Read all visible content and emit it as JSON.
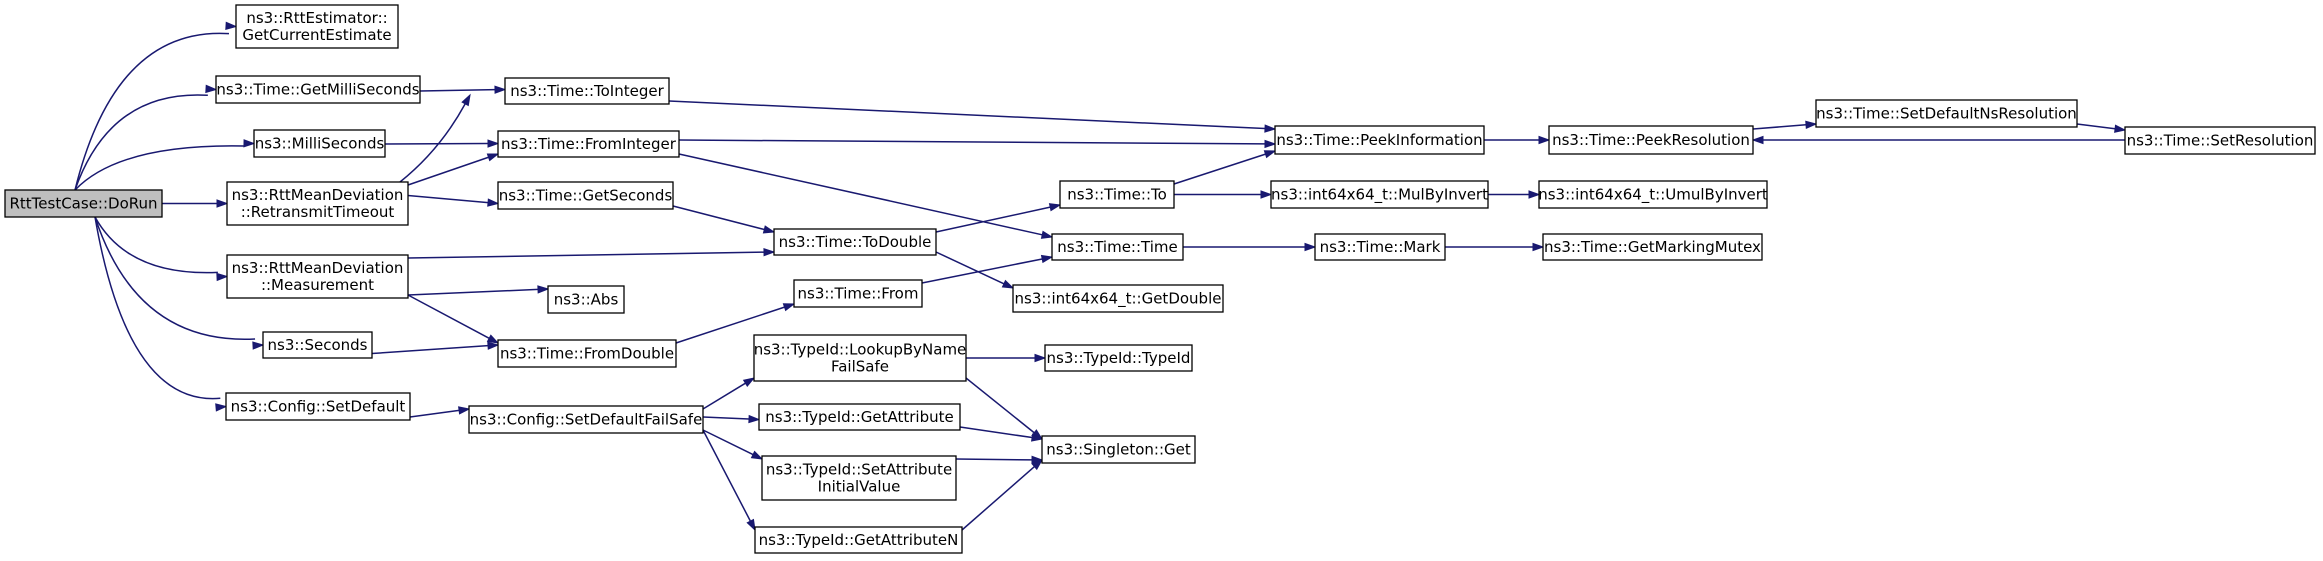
{
  "graph": {
    "title": "",
    "colors": {
      "edge": "#191970",
      "node_fill": "#ffffff",
      "root_fill": "#bfbfbf",
      "border": "#000000"
    },
    "nodes": [
      {
        "id": "n0",
        "lines": [
          "RttTestCase::DoRun"
        ],
        "root": true
      },
      {
        "id": "n1",
        "lines": [
          "ns3::RttEstimator::",
          "GetCurrentEstimate"
        ]
      },
      {
        "id": "n2",
        "lines": [
          "ns3::Time::GetMilliSeconds"
        ]
      },
      {
        "id": "n3",
        "lines": [
          "ns3::MilliSeconds"
        ]
      },
      {
        "id": "n4",
        "lines": [
          "ns3::RttMeanDeviation",
          "::RetransmitTimeout"
        ]
      },
      {
        "id": "n5",
        "lines": [
          "ns3::RttMeanDeviation",
          "::Measurement"
        ]
      },
      {
        "id": "n6",
        "lines": [
          "ns3::Seconds"
        ]
      },
      {
        "id": "n7",
        "lines": [
          "ns3::Config::SetDefault"
        ]
      },
      {
        "id": "n8",
        "lines": [
          "ns3::Time::ToInteger"
        ]
      },
      {
        "id": "n9",
        "lines": [
          "ns3::Time::FromInteger"
        ]
      },
      {
        "id": "n10",
        "lines": [
          "ns3::Time::GetSeconds"
        ]
      },
      {
        "id": "n11",
        "lines": [
          "ns3::Abs"
        ]
      },
      {
        "id": "n12",
        "lines": [
          "ns3::Time::FromDouble"
        ]
      },
      {
        "id": "n13",
        "lines": [
          "ns3::Config::SetDefaultFailSafe"
        ]
      },
      {
        "id": "n14",
        "lines": [
          "ns3::Time::ToDouble"
        ]
      },
      {
        "id": "n15",
        "lines": [
          "ns3::Time::From"
        ]
      },
      {
        "id": "n16",
        "lines": [
          "ns3::TypeId::LookupByName",
          "FailSafe"
        ]
      },
      {
        "id": "n17",
        "lines": [
          "ns3::TypeId::GetAttribute"
        ]
      },
      {
        "id": "n18",
        "lines": [
          "ns3::TypeId::SetAttribute",
          "InitialValue"
        ]
      },
      {
        "id": "n19",
        "lines": [
          "ns3::TypeId::GetAttributeN"
        ]
      },
      {
        "id": "n20",
        "lines": [
          "ns3::Time::To"
        ]
      },
      {
        "id": "n21",
        "lines": [
          "ns3::Time::Time"
        ]
      },
      {
        "id": "n22",
        "lines": [
          "ns3::int64x64_t::GetDouble"
        ]
      },
      {
        "id": "n23",
        "lines": [
          "ns3::TypeId::TypeId"
        ]
      },
      {
        "id": "n24",
        "lines": [
          "ns3::Singleton::Get"
        ]
      },
      {
        "id": "n25",
        "lines": [
          "ns3::Time::PeekInformation"
        ]
      },
      {
        "id": "n26",
        "lines": [
          "ns3::int64x64_t::MulByInvert"
        ]
      },
      {
        "id": "n27",
        "lines": [
          "ns3::Time::Mark"
        ]
      },
      {
        "id": "n28",
        "lines": [
          "ns3::Time::PeekResolution"
        ]
      },
      {
        "id": "n29",
        "lines": [
          "ns3::int64x64_t::UmulByInvert"
        ]
      },
      {
        "id": "n30",
        "lines": [
          "ns3::Time::GetMarkingMutex"
        ]
      },
      {
        "id": "n31",
        "lines": [
          "ns3::Time::SetDefaultNsResolution"
        ]
      },
      {
        "id": "n32",
        "lines": [
          "ns3::Time::SetResolution"
        ]
      }
    ],
    "edges": [
      [
        "n0",
        "n1"
      ],
      [
        "n0",
        "n2"
      ],
      [
        "n0",
        "n3"
      ],
      [
        "n0",
        "n4"
      ],
      [
        "n0",
        "n5"
      ],
      [
        "n0",
        "n6"
      ],
      [
        "n0",
        "n7"
      ],
      [
        "n2",
        "n8"
      ],
      [
        "n3",
        "n9"
      ],
      [
        "n4",
        "n8"
      ],
      [
        "n4",
        "n9"
      ],
      [
        "n4",
        "n10"
      ],
      [
        "n5",
        "n14"
      ],
      [
        "n5",
        "n11"
      ],
      [
        "n5",
        "n12"
      ],
      [
        "n6",
        "n12"
      ],
      [
        "n7",
        "n13"
      ],
      [
        "n8",
        "n25"
      ],
      [
        "n9",
        "n25"
      ],
      [
        "n9",
        "n21"
      ],
      [
        "n10",
        "n14"
      ],
      [
        "n12",
        "n15"
      ],
      [
        "n14",
        "n20"
      ],
      [
        "n14",
        "n22"
      ],
      [
        "n15",
        "n21"
      ],
      [
        "n13",
        "n16"
      ],
      [
        "n13",
        "n17"
      ],
      [
        "n13",
        "n18"
      ],
      [
        "n13",
        "n19"
      ],
      [
        "n16",
        "n23"
      ],
      [
        "n16",
        "n24"
      ],
      [
        "n17",
        "n24"
      ],
      [
        "n18",
        "n24"
      ],
      [
        "n19",
        "n24"
      ],
      [
        "n20",
        "n25"
      ],
      [
        "n20",
        "n26"
      ],
      [
        "n21",
        "n27"
      ],
      [
        "n26",
        "n29"
      ],
      [
        "n27",
        "n30"
      ],
      [
        "n25",
        "n28"
      ],
      [
        "n28",
        "n31"
      ],
      [
        "n31",
        "n32"
      ],
      [
        "n32",
        "n28"
      ]
    ]
  }
}
